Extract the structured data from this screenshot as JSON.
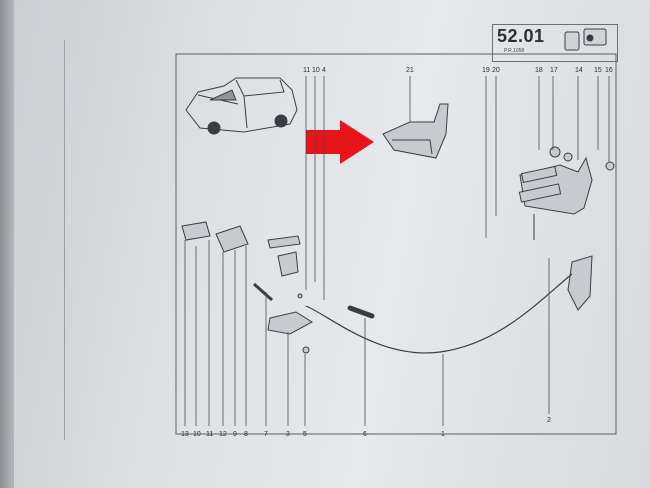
{
  "header": {
    "section_number": "52.01",
    "reference": "P.R.1058"
  },
  "callouts": {
    "top": [
      "11",
      "10",
      "4",
      "21",
      "19",
      "20",
      "18",
      "17",
      "14",
      "15",
      "16"
    ],
    "bottom": [
      "13",
      "10",
      "11",
      "12",
      "9",
      "8",
      "7",
      "3",
      "5",
      "6",
      "1",
      "2"
    ]
  },
  "colors": {
    "page": "#e3e5e8",
    "ink": "#3a3e44",
    "arrow": "#e8141c"
  },
  "icons": [
    "car-illustration",
    "hood-hinge-icon",
    "red-arrow-icon"
  ]
}
